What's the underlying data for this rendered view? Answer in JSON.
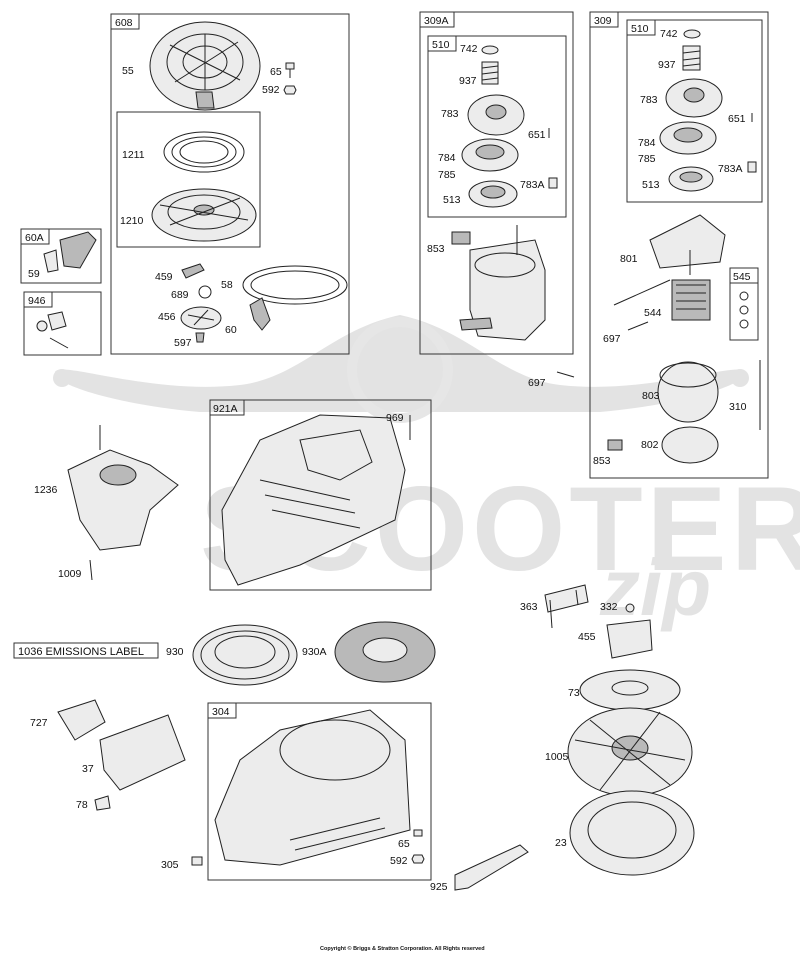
{
  "diagram": {
    "copyright": "Copyright © Briggs & Stratton Corporation. All Rights reserved",
    "watermark": {
      "text": "SCOOTER",
      "script": "zip"
    },
    "groups": {
      "g608": "608",
      "g309A": "309A",
      "g510a": "510",
      "g309": "309",
      "g510b": "510",
      "g545": "545",
      "g60A": "60A",
      "g946": "946",
      "g921A": "921A",
      "g304": "304"
    },
    "emissions_label": "1036 EMISSIONS LABEL",
    "parts": {
      "p55": "55",
      "p65a": "65",
      "p592a": "592",
      "p1211": "1211",
      "p1210": "1210",
      "p459": "459",
      "p58": "58",
      "p689": "689",
      "p456": "456",
      "p60": "60",
      "p597": "597",
      "p59": "59",
      "p742a": "742",
      "p937a": "937",
      "p783a": "783",
      "p651a": "651",
      "p784a": "784",
      "p785a": "785",
      "p783Aa": "783A",
      "p513a": "513",
      "p853a": "853",
      "p742b": "742",
      "p937b": "937",
      "p783b": "783",
      "p651b": "651",
      "p784b": "784",
      "p785b": "785",
      "p783Ab": "783A",
      "p513b": "513",
      "p801": "801",
      "p544": "544",
      "p697a": "697",
      "p697b": "697",
      "p803": "803",
      "p310": "310",
      "p802": "802",
      "p853b": "853",
      "p969": "969",
      "p1236": "1236",
      "p1009": "1009",
      "p363": "363",
      "p332": "332",
      "p455": "455",
      "p73": "73",
      "p1005": "1005",
      "p23": "23",
      "p930": "930",
      "p930A": "930A",
      "p727": "727",
      "p37": "37",
      "p78": "78",
      "p65b": "65",
      "p592b": "592",
      "p305": "305",
      "p925": "925"
    }
  }
}
